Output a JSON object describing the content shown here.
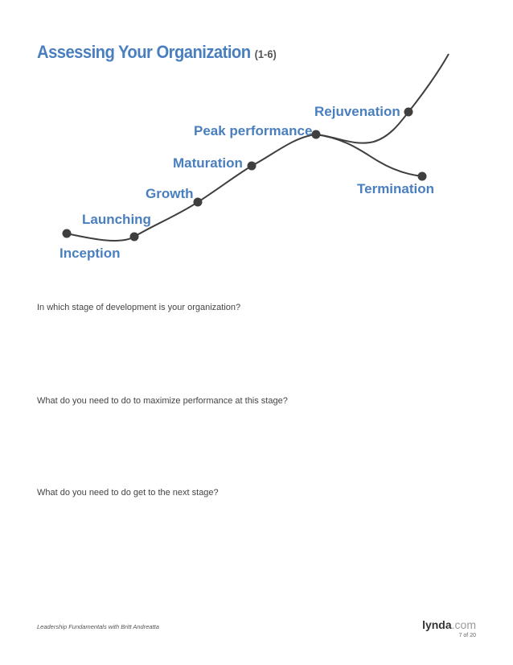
{
  "header": {
    "title": "Assessing Your Organization",
    "title_range": "(1-6)"
  },
  "diagram": {
    "stages": [
      {
        "key": "inception",
        "label": "Inception"
      },
      {
        "key": "launching",
        "label": "Launching"
      },
      {
        "key": "growth",
        "label": "Growth"
      },
      {
        "key": "maturation",
        "label": "Maturation"
      },
      {
        "key": "peak",
        "label": "Peak performance"
      },
      {
        "key": "rejuvenation",
        "label": "Rejuvenation"
      },
      {
        "key": "termination",
        "label": "Termination"
      }
    ],
    "colors": {
      "label": "#4a7fbf",
      "line": "#3f3f3f",
      "dot": "#3f3f3f"
    }
  },
  "questions": [
    "In which stage of development is your organization?",
    "What do you need to do to maximize performance at this stage?",
    "What do you need to do get to the next stage?"
  ],
  "footer": {
    "credit": "Leadership Fundamentals with Britt Andreatta",
    "brand_main": "lynda",
    "brand_tld": ".com",
    "page": "7 of 20"
  }
}
